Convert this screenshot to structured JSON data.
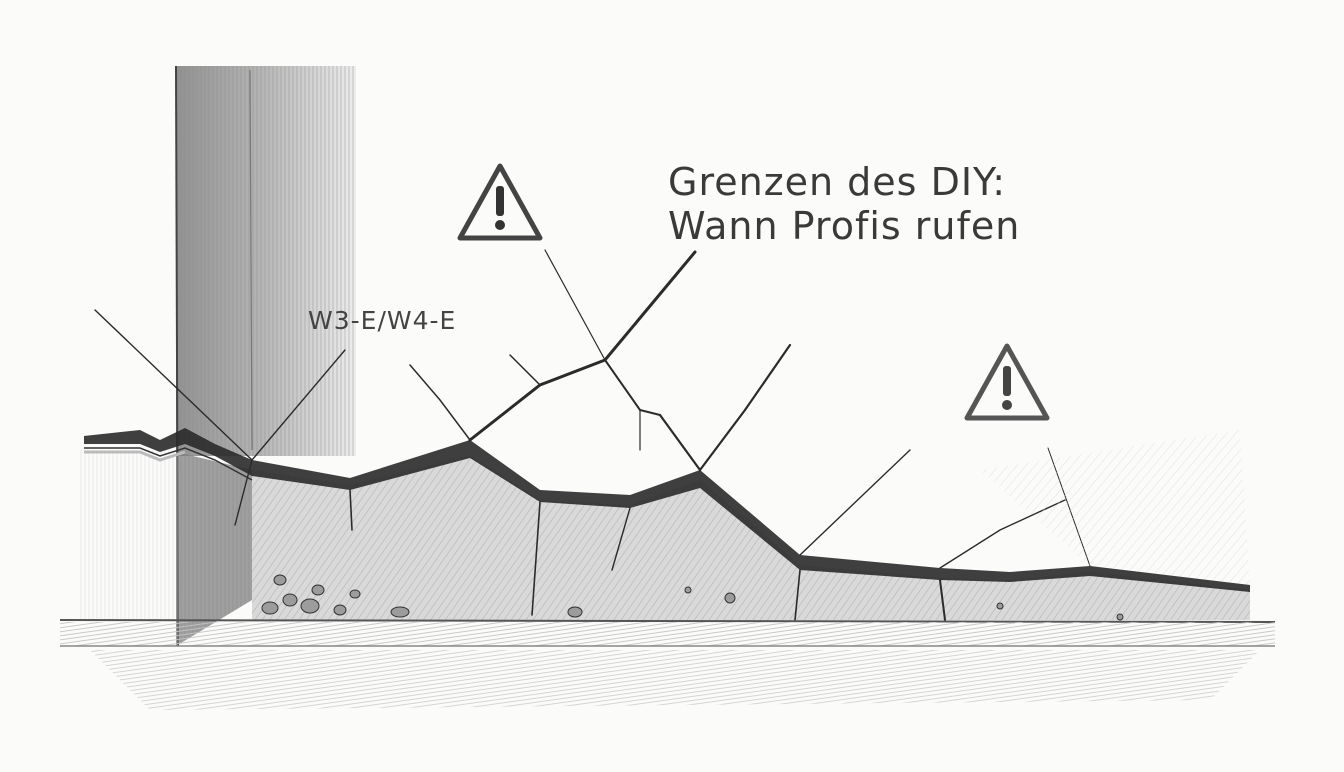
{
  "illustration": {
    "style": "pencil sketch",
    "subject": "cracked wall base with settlement crack running along plaster near a corner pillar",
    "title_line1": "Grenzen des DIY:",
    "title_line2": "Wann Profis rufen",
    "crack_label": "W3-E/W4-E",
    "warning_icons": [
      {
        "name": "warning-triangle-left",
        "symbol": "!"
      },
      {
        "name": "warning-triangle-right",
        "symbol": "!"
      }
    ],
    "colors": {
      "paper": "#fbfbfa",
      "graphite_dark": "#2a2a2a",
      "graphite_mid": "#7a7a7a",
      "graphite_light": "#c8c8c8",
      "text": "#3a3a3a"
    }
  }
}
